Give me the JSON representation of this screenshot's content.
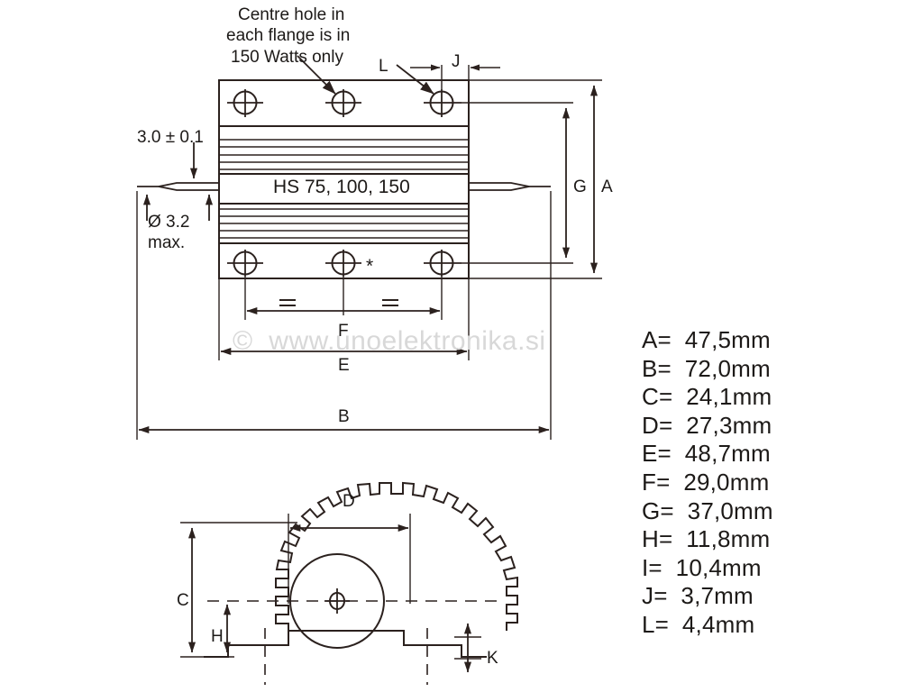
{
  "drawing": {
    "title_label": "HS 75, 100, 150",
    "notes": {
      "flange_note_lines": [
        "Centre hole in",
        "each flange is in",
        "150 Watts only"
      ],
      "lead_thickness": "3.0 ± 0.1",
      "lead_diameter_lines": [
        "Ø 3.2",
        "max."
      ],
      "asterisk_mark": "*"
    },
    "dimension_callouts": {
      "j": "J",
      "l": "L",
      "g": "G",
      "a": "A",
      "f": "F",
      "e": "E",
      "b": "B",
      "c": "C",
      "d": "D",
      "h": "H",
      "k": "K",
      "equal_left": "=",
      "equal_right": "="
    },
    "colors": {
      "line": "#2b211e",
      "text": "#1d1a18",
      "watermark": "#d8d8d8",
      "background": "#ffffff"
    }
  },
  "dimension_table": {
    "rows": [
      {
        "label": "A=",
        "value": "47,5mm",
        "text": "A=  47,5mm"
      },
      {
        "label": "B=",
        "value": "72,0mm",
        "text": "B=  72,0mm"
      },
      {
        "label": "C=",
        "value": "24,1mm",
        "text": "C=  24,1mm"
      },
      {
        "label": "D=",
        "value": "27,3mm",
        "text": "D=  27,3mm"
      },
      {
        "label": "E=",
        "value": "48,7mm",
        "text": "E=  48,7mm"
      },
      {
        "label": "F=",
        "value": "29,0mm",
        "text": "F=  29,0mm"
      },
      {
        "label": "G=",
        "value": "37,0mm",
        "text": "G=  37,0mm"
      },
      {
        "label": "H=",
        "value": "11,8mm",
        "text": "H=  11,8mm"
      },
      {
        "label": "I=",
        "value": "10,4mm",
        "text": "I=  10,4mm"
      },
      {
        "label": "J=",
        "value": "3,7mm",
        "text": "J=  3,7mm"
      },
      {
        "label": "L=",
        "value": "4,4mm",
        "text": "L=  4,4mm"
      }
    ]
  },
  "watermark": {
    "text": "©  www.unoelektronika.si"
  }
}
